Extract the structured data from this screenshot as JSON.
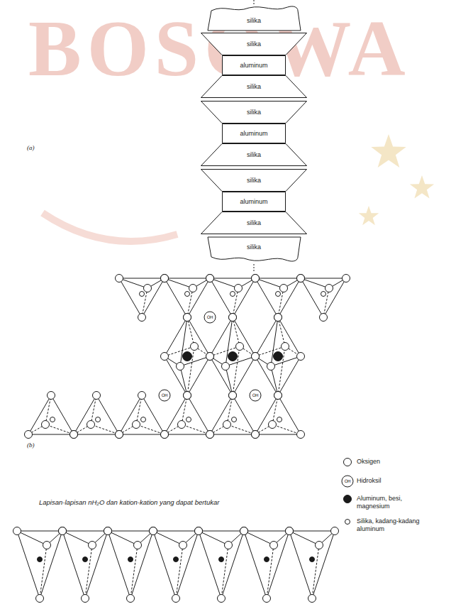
{
  "diagram": {
    "nodes": [
      {
        "text": [
          "silika"
        ]
      },
      {
        "text": [
          "silika"
        ]
      },
      {
        "text": [
          "aluminum"
        ]
      },
      {
        "text": [
          "silika"
        ]
      },
      {
        "text": [
          "silika"
        ]
      },
      {
        "text": [
          "aluminum"
        ]
      },
      {
        "text": [
          "silika"
        ]
      },
      {
        "text": [
          "silika"
        ]
      },
      {
        "text": [
          "aluminum"
        ]
      },
      {
        "text": [
          "silika"
        ]
      },
      {
        "text": [
          "silika"
        ]
      }
    ],
    "labels": [
      "BOSOWA",
      "(a)",
      "(b)",
      "OH",
      "OH",
      "OH",
      "Lapisan-lapisan nH₂O dan kation-kation yang dapat bertukar",
      "OH"
    ],
    "legend": [
      {
        "text": "Oksigen"
      },
      {
        "text": "Hidroksil"
      },
      {
        "text": "Aluminum, besi, magnesium"
      },
      {
        "text": "Silika, kadang-kadang aluminum"
      }
    ]
  }
}
